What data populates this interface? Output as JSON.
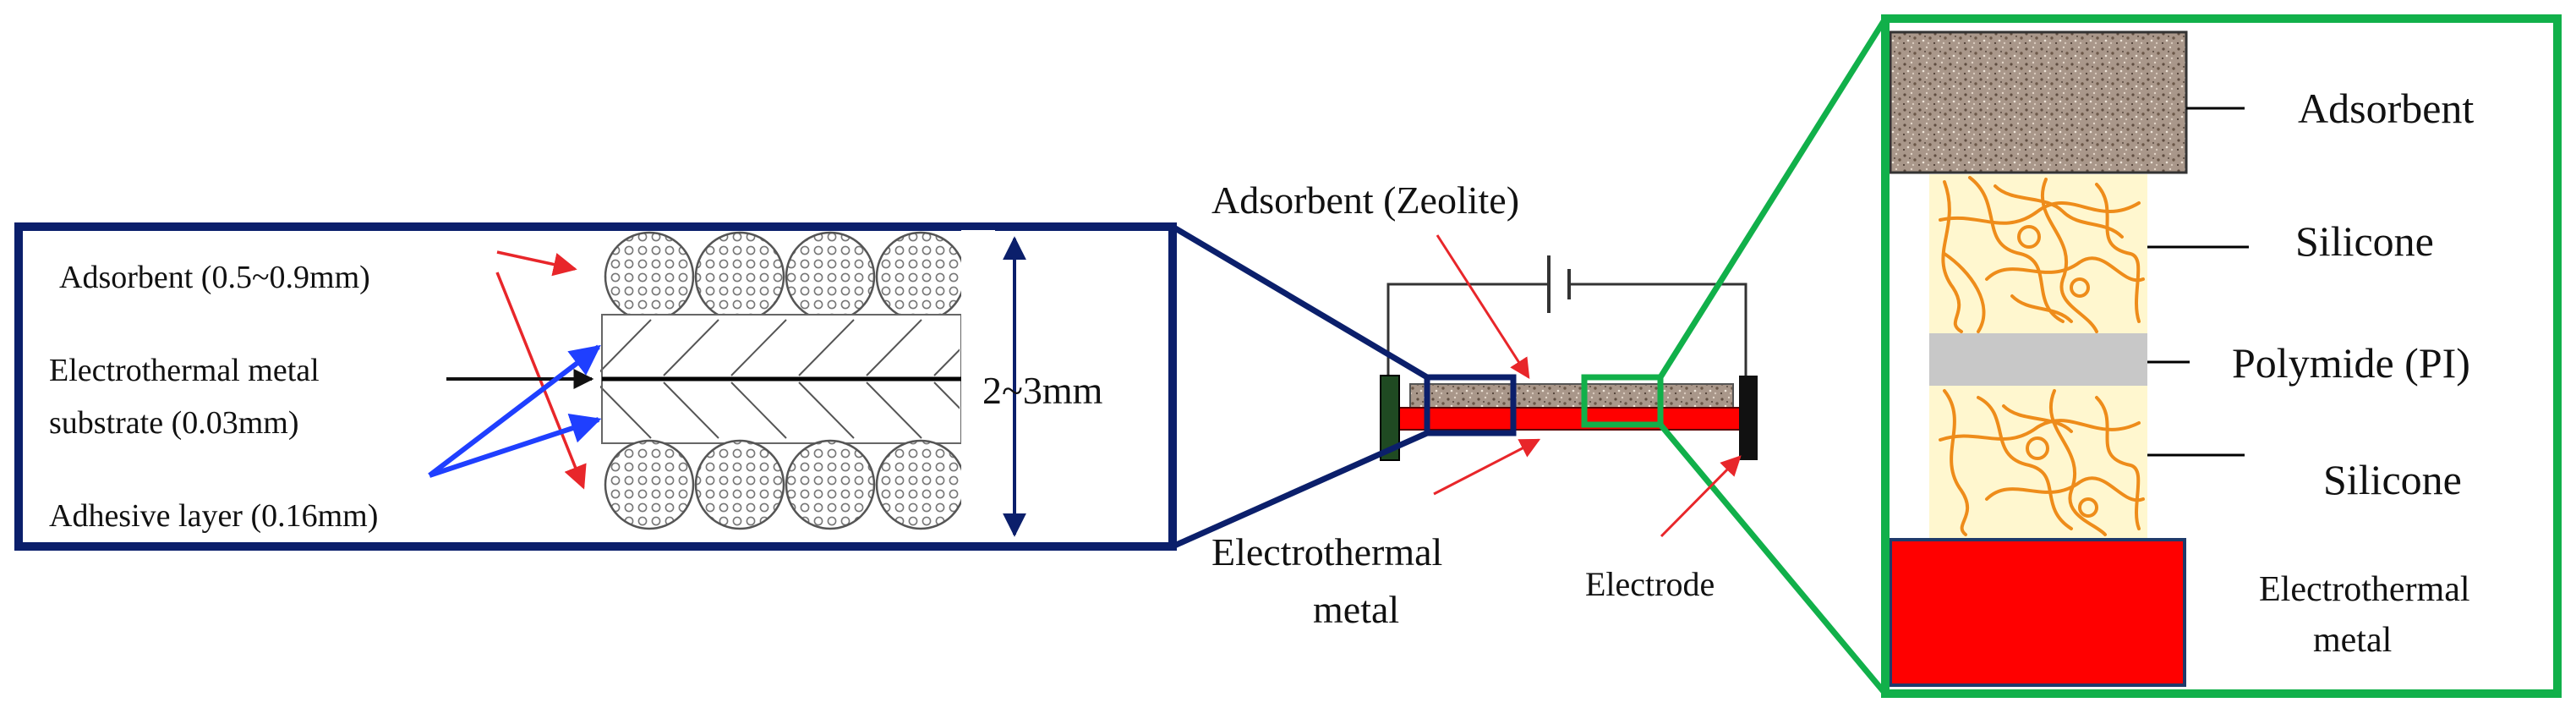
{
  "left_panel": {
    "adsorbent_label": "Adsorbent (0.5~0.9mm)",
    "substrate_label_line1": "Electrothermal metal",
    "substrate_label_line2": "substrate (0.03mm)",
    "adhesive_label": "Adhesive layer (0.16mm)",
    "thickness_label": "2~3mm"
  },
  "center_device": {
    "adsorbent_label": "Adsorbent (Zeolite)",
    "metal_label_line1": "Electrothermal",
    "metal_label_line2": "metal",
    "electrode_label": "Electrode"
  },
  "right_panel": {
    "adsorbent_label": "Adsorbent",
    "silicone_top_label": "Silicone",
    "polyimide_label": "Polymide (PI)",
    "silicone_bottom_label": "Silicone",
    "metal_label_line1": "Electrothermal",
    "metal_label_line2": "metal"
  },
  "colors": {
    "navy": "#0b1f6b",
    "green": "#11b04a",
    "red": "#ff0000",
    "blue_arrow": "#1f3fff",
    "red_arrow": "#e8262a",
    "silicone_fill": "#fff7cf",
    "fiber": "#ee8c1a",
    "pi_gray": "#c8c8c8",
    "electrode_dark": "#111111",
    "electrode_green": "#1f4a22"
  }
}
